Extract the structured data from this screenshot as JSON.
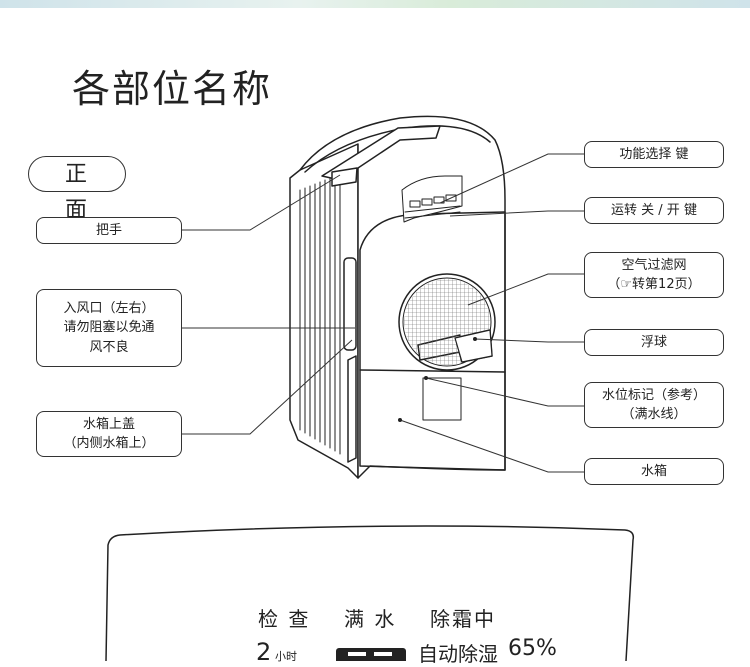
{
  "title": "各部位名称",
  "front_badge": "正  面",
  "labels": {
    "handle": "把手",
    "air_inlet": "入风口（左右）\n请勿阻塞以免通\n风不良",
    "tank_cover": "水箱上盖\n（内侧水箱上）",
    "function_key": "功能选择 键",
    "power_key": "运转 关 / 开  键",
    "air_filter": "空气过滤网\n（☞转第12页）",
    "float": "浮球",
    "water_mark": "水位标记（参考）\n（满水线）",
    "water_tank": "水箱"
  },
  "panel": {
    "check": "检 查",
    "full": "满 水",
    "defrost": "除霜中",
    "hours_num": "2",
    "hours_unit": "小时",
    "auto": "自动除湿",
    "humidity": "65%"
  }
}
